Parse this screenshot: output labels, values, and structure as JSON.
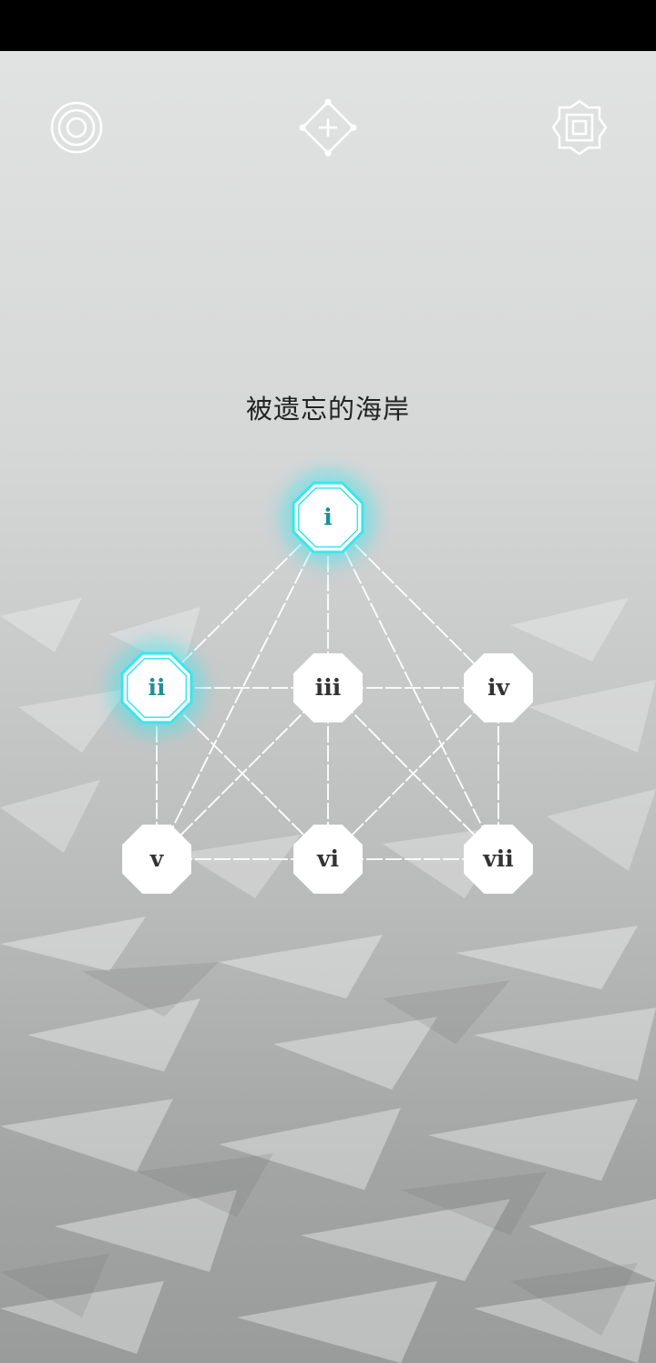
{
  "level": {
    "title": "被遗忘的海岸"
  },
  "toolbar": {
    "left_icon": "concentric-circles-icon",
    "center_icon": "diamond-plus-icon",
    "right_icon": "ornate-square-icon"
  },
  "colors": {
    "active": "#39e6ee",
    "active_text": "#1f8f98",
    "node_fill": "#ffffff",
    "node_text": "#333333",
    "edge": "#ffffff"
  },
  "graph": {
    "nodes": [
      {
        "id": "i",
        "label": "i",
        "active": true
      },
      {
        "id": "ii",
        "label": "ii",
        "active": true
      },
      {
        "id": "iii",
        "label": "iii",
        "active": false
      },
      {
        "id": "iv",
        "label": "iv",
        "active": false
      },
      {
        "id": "v",
        "label": "v",
        "active": false
      },
      {
        "id": "vi",
        "label": "vi",
        "active": false
      },
      {
        "id": "vii",
        "label": "vii",
        "active": false
      }
    ],
    "edges": [
      [
        "i",
        "ii"
      ],
      [
        "i",
        "iii"
      ],
      [
        "i",
        "iv"
      ],
      [
        "i",
        "v"
      ],
      [
        "i",
        "vii"
      ],
      [
        "ii",
        "iii"
      ],
      [
        "ii",
        "v"
      ],
      [
        "ii",
        "vi"
      ],
      [
        "iii",
        "iv"
      ],
      [
        "iii",
        "v"
      ],
      [
        "iii",
        "vi"
      ],
      [
        "iii",
        "vii"
      ],
      [
        "iv",
        "vi"
      ],
      [
        "iv",
        "vii"
      ],
      [
        "v",
        "vi"
      ],
      [
        "vi",
        "vii"
      ]
    ]
  }
}
